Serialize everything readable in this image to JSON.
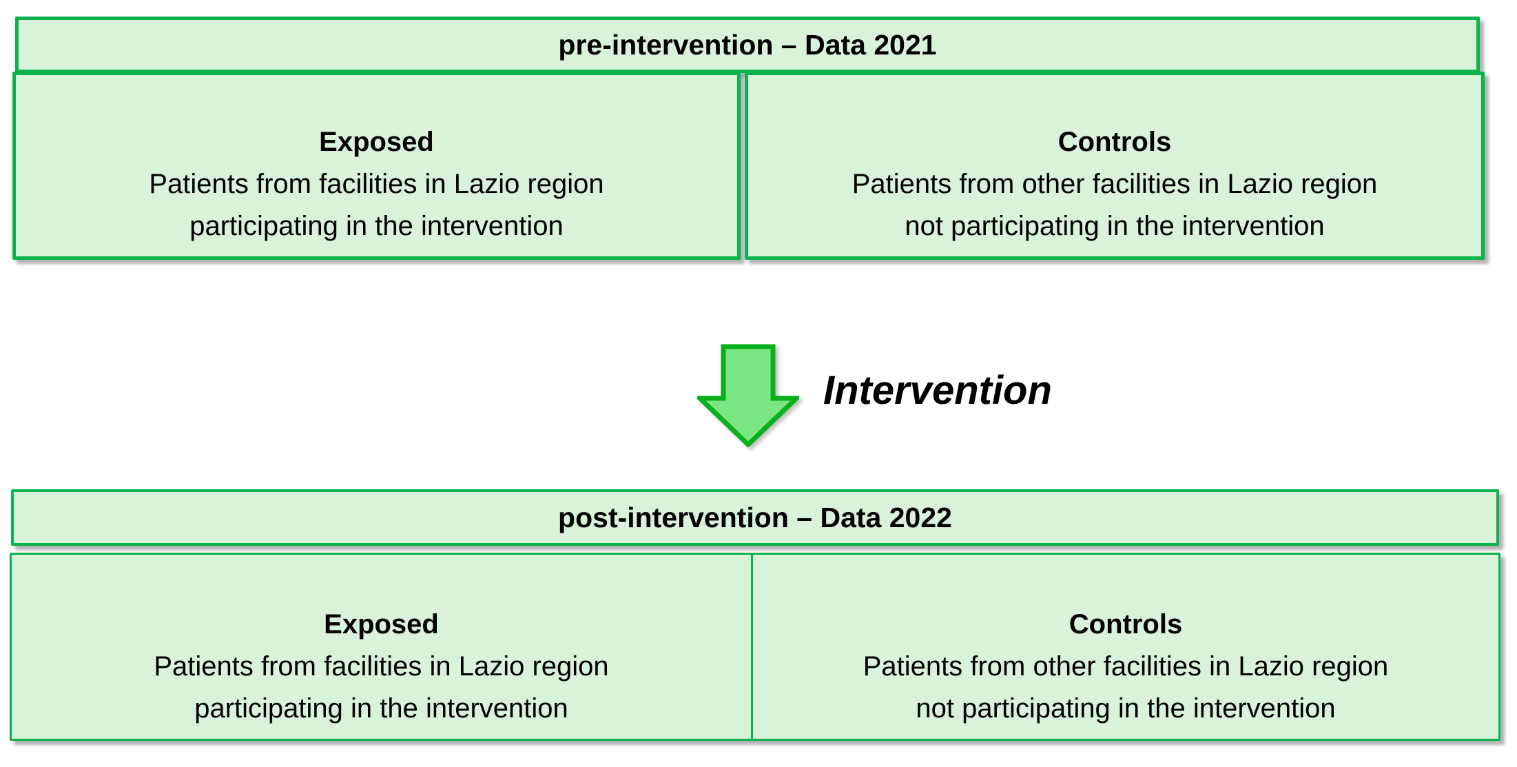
{
  "colors": {
    "box_fill": "#d9f2da",
    "box_border": "#0ab34e",
    "arrow_fill": "#7be783",
    "arrow_border": "#0ab01c",
    "text": "#000000",
    "background": "#ffffff"
  },
  "pre_intervention": {
    "header": "pre-intervention – Data 2021",
    "exposed": {
      "title": "Exposed",
      "line1": "Patients from facilities in Lazio region",
      "line2": "participating in the intervention"
    },
    "controls": {
      "title": "Controls",
      "line1": "Patients from other facilities in Lazio region",
      "line2": "not participating in the intervention"
    }
  },
  "intervention": {
    "label": "Intervention",
    "arrow_icon": "down-arrow-icon"
  },
  "post_intervention": {
    "header": "post-intervention – Data 2022",
    "exposed": {
      "title": "Exposed",
      "line1": "Patients from facilities in Lazio region",
      "line2": "participating in the intervention"
    },
    "controls": {
      "title": "Controls",
      "line1": "Patients from other facilities in Lazio region",
      "line2": "not participating in the intervention"
    }
  }
}
